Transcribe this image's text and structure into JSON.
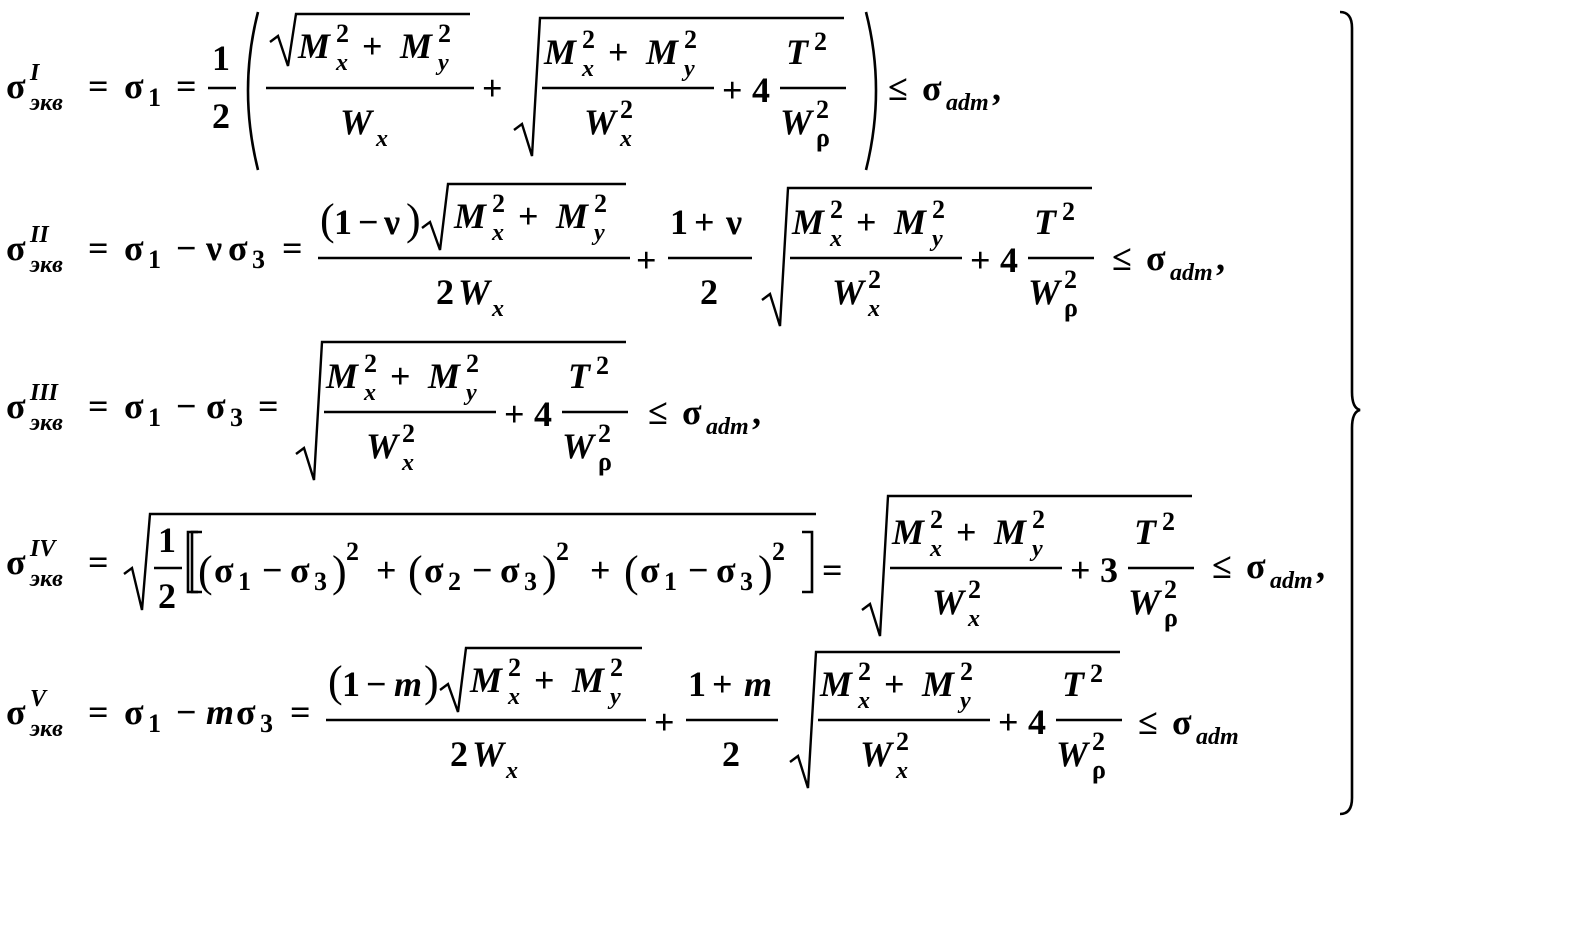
{
  "formulas": {
    "sigma": "σ",
    "equiv_sub": "экв",
    "adm_sub": "adm",
    "equals": "=",
    "leq": "≤",
    "plus": "+",
    "minus": "−",
    "comma": ",",
    "one": "1",
    "two": "2",
    "three": "3",
    "four": "4",
    "nu": "ν",
    "m": "m",
    "M": "M",
    "x": "x",
    "y": "y",
    "W": "W",
    "T": "T",
    "rho": "ρ",
    "lparen": "(",
    "rparen": ")",
    "rows": [
      {
        "index": "I"
      },
      {
        "index": "II"
      },
      {
        "index": "III"
      },
      {
        "index": "IV"
      },
      {
        "index": "V"
      }
    ]
  }
}
